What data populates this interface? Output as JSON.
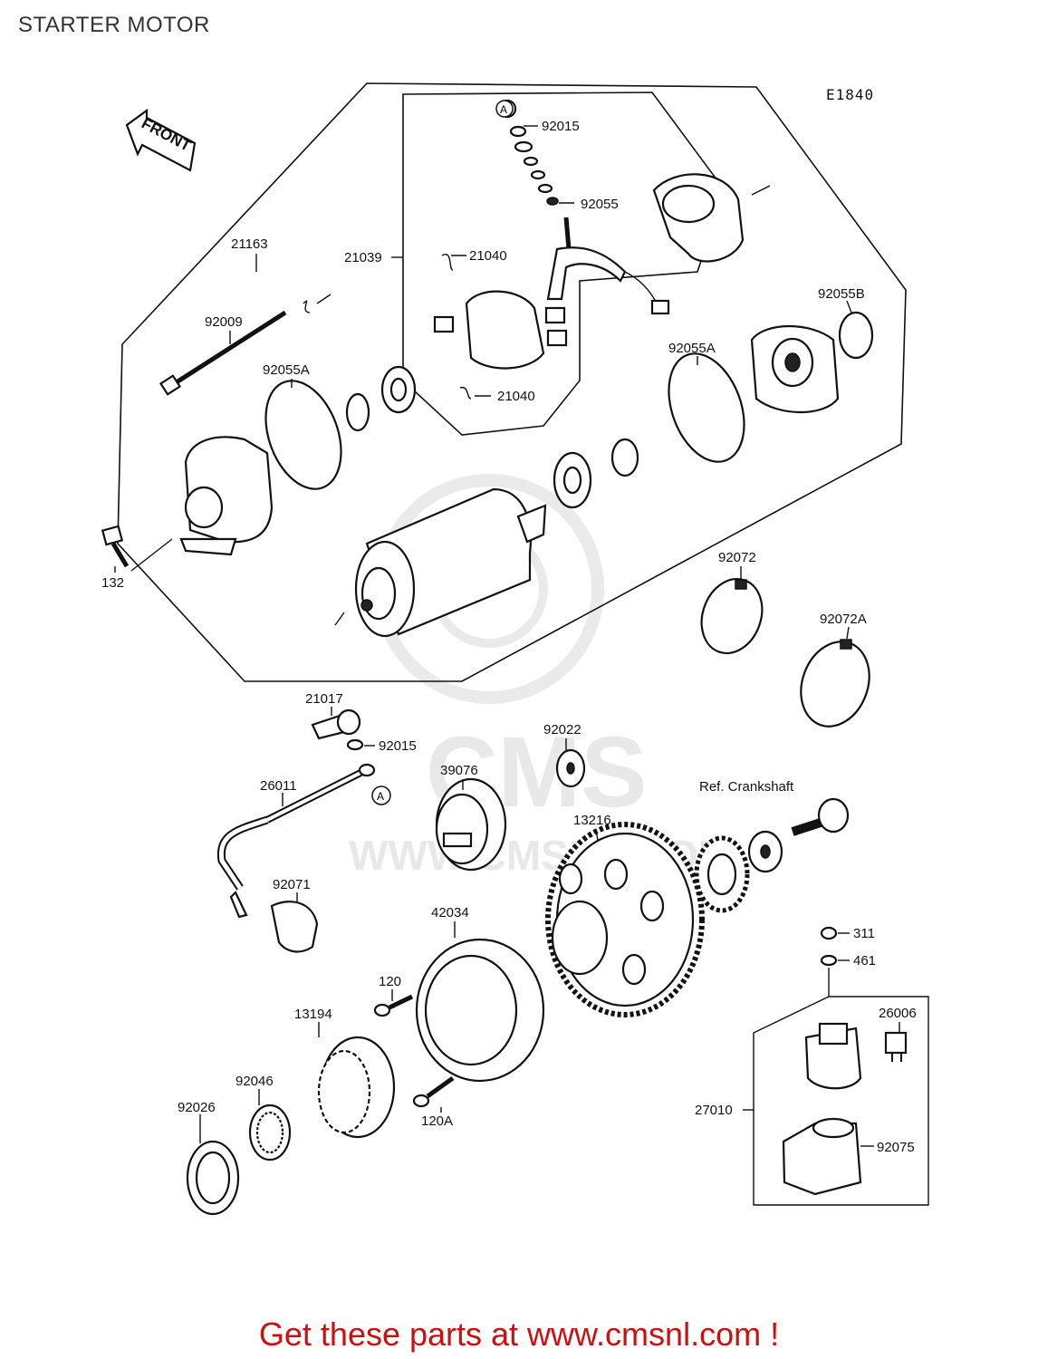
{
  "page_title": "STARTER MOTOR",
  "diagram_code": "E1840",
  "front_label": "FRONT",
  "ref_label": "Ref. Crankshaft",
  "callout_marker": "A",
  "watermark": {
    "brand": "CMS",
    "url": "WWW.CMSNL.COM"
  },
  "footer_text": "Get these parts at www.cmsnl.com !",
  "parts": {
    "p21163": "21163",
    "p92009": "92009",
    "p92055A_left": "92055A",
    "p132": "132",
    "p21039": "21039",
    "p92015_top": "92015",
    "p92055": "92055",
    "p21040_top": "21040",
    "p21040_bottom": "21040",
    "p92055B": "92055B",
    "p92055A_right": "92055A",
    "p92072": "92072",
    "p92072A": "92072A",
    "p21017": "21017",
    "p92015_mid": "92015",
    "p26011": "26011",
    "p39076": "39076",
    "p92022": "92022",
    "p13216": "13216",
    "p92071": "92071",
    "p42034": "42034",
    "p120": "120",
    "p13194": "13194",
    "p92046": "92046",
    "p92026": "92026",
    "p120A": "120A",
    "p311": "311",
    "p461": "461",
    "p26006": "26006",
    "p27010": "27010",
    "p92075": "92075"
  }
}
